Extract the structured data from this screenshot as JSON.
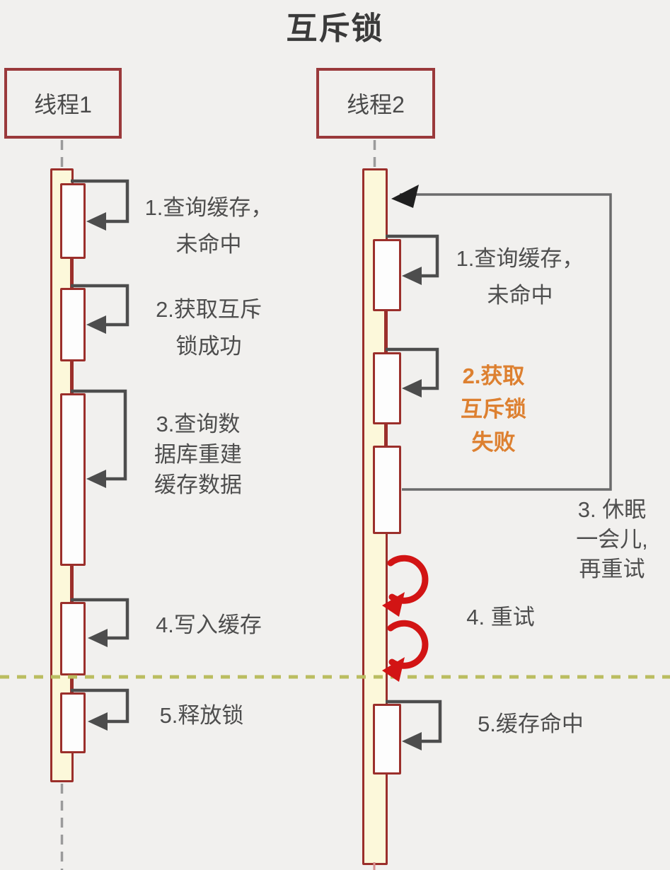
{
  "title": "互斥锁",
  "threads": [
    {
      "name": "线程1",
      "steps": [
        {
          "label": "1.查询缓存，\n未命中"
        },
        {
          "label": "2.获取互斥\n锁成功"
        },
        {
          "label": "3.查询数\n据库重建\n缓存数据"
        },
        {
          "label": "4.写入缓存"
        },
        {
          "label": "5.释放锁"
        }
      ]
    },
    {
      "name": "线程2",
      "steps": [
        {
          "label": "1.查询缓存，\n未命中"
        },
        {
          "label": "2.获取\n互斥锁\n失败",
          "emphasis_color": "#dd8030"
        },
        {
          "label": "3. 休眠\n一会儿,\n再重试"
        },
        {
          "label": "4. 重试"
        },
        {
          "label": "5.缓存命中"
        }
      ]
    }
  ],
  "colors": {
    "background": "#f1f0ee",
    "box_border_red": "#9a393b",
    "activation_fill_yellow": "#fcf8da",
    "activation_border_red": "#9b2f2b",
    "execution_fill_white": "#fdfdfd",
    "self_loop_arrow_gray": "#4d4d4d",
    "feedback_loop_gray": "#6b6b6b",
    "feedback_arrowhead_black": "#1f1f1f",
    "retry_arrow_red": "#d21414",
    "divider_dash_olive": "#babd60",
    "lifeline_dash_gray": "#9b9b9b",
    "text_gray": "#4e4e4e",
    "highlight_orange": "#dd8030"
  }
}
